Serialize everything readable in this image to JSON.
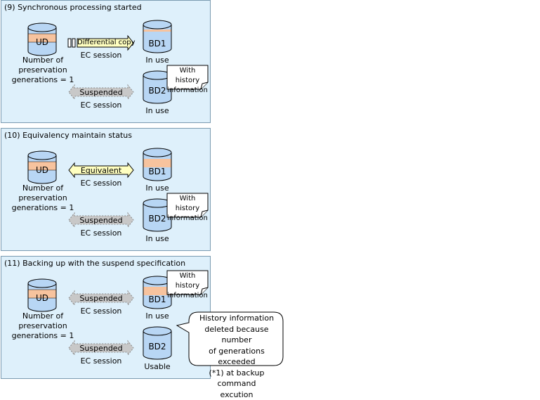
{
  "panels": [
    {
      "title": "(9) Synchronous processing started",
      "ud": {
        "label": "UD",
        "caption": "Number of preservation\ngenerations = 1"
      },
      "link1": {
        "label": "Differential copy",
        "session": "EC session",
        "style": "copy"
      },
      "link2": {
        "label": "Suspended",
        "session": "EC session",
        "style": "suspended"
      },
      "bd1": {
        "label": "BD1",
        "status": "In use",
        "note": ""
      },
      "bd2": {
        "label": "BD2",
        "status": "In use",
        "note": "With history\ninformation"
      }
    },
    {
      "title": "(10) Equivalency maintain status",
      "ud": {
        "label": "UD",
        "caption": "Number of preservation\ngenerations = 1"
      },
      "link1": {
        "label": "Equivalent",
        "session": "EC session",
        "style": "equivalent"
      },
      "link2": {
        "label": "Suspended",
        "session": "EC session",
        "style": "suspended"
      },
      "bd1": {
        "label": "BD1",
        "status": "In use",
        "note": ""
      },
      "bd2": {
        "label": "BD2",
        "status": "In use",
        "note": "With history\ninformation"
      }
    },
    {
      "title": "(11) Backing up with the suspend specification",
      "ud": {
        "label": "UD",
        "caption": "Number of preservation\ngenerations = 1"
      },
      "link1": {
        "label": "Suspended",
        "session": "EC session",
        "style": "suspended"
      },
      "link2": {
        "label": "Suspended",
        "session": "EC session",
        "style": "suspended"
      },
      "bd1": {
        "label": "BD1",
        "status": "In use",
        "note": "With history\ninformation"
      },
      "bd2": {
        "label": "BD2",
        "status": "Usable",
        "note": ""
      }
    }
  ],
  "callout": {
    "text": "History information\ndeleted because number\nof generations exceeded\n(*1) at backup command\nexcution"
  },
  "colors": {
    "panel_bg": "#def0fb",
    "disk_blue": "#b8d6f4",
    "disk_orange": "#f7c39e",
    "arrow_yellow": "#ffffc0",
    "arrow_gray": "#c8c8c8"
  }
}
